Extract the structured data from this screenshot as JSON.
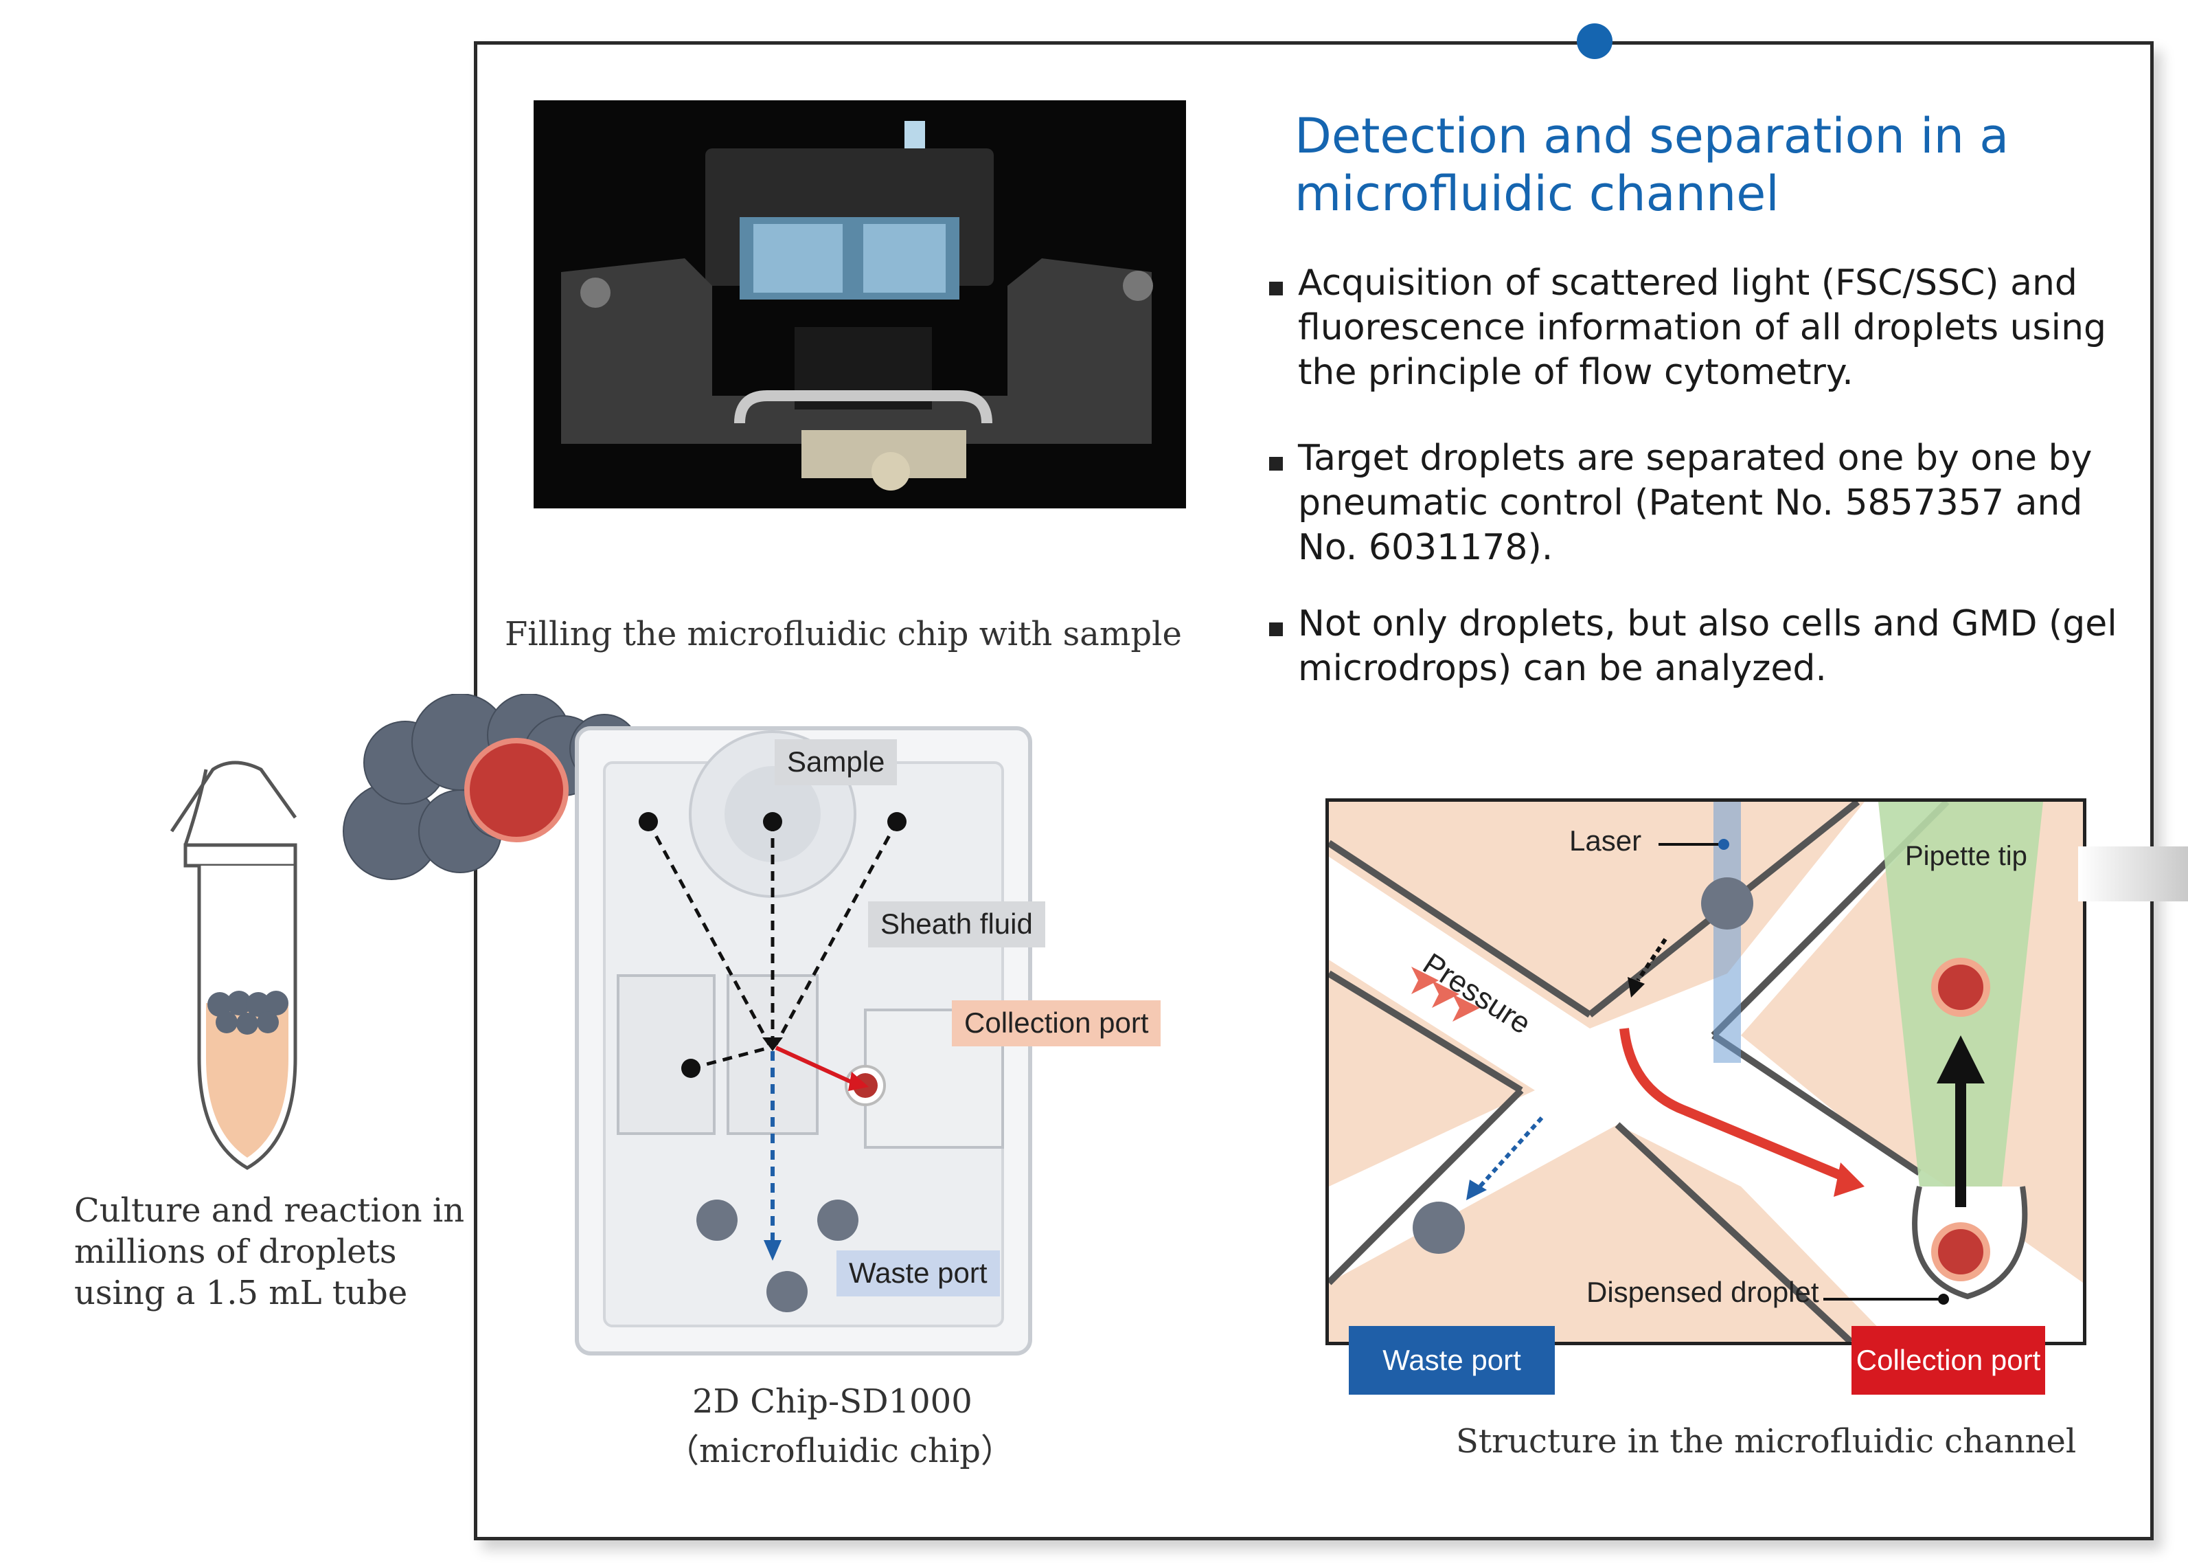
{
  "heading": "Detection and separation in a microfluidic channel",
  "bullets": [
    "Acquisition of scattered light (FSC/SSC) and fluorescence information of all droplets using the principle of flow cytometry.",
    "Target droplets are separated one by one by pneumatic control (Patent No. 5857357 and No. 6031178).",
    "Not only droplets, but also cells and GMD (gel microdrops) can be analyzed."
  ],
  "captions": {
    "photo": "Filling the microfluidic chip with sample",
    "tube": "Culture and reaction in millions of droplets using a 1.5 mL tube",
    "chip_line1": "2D Chip-SD1000",
    "chip_line2": "（microfluidic chip）",
    "channel": "Structure in the microfluidic channel"
  },
  "chip_labels": {
    "sample": "Sample",
    "sheath": "Sheath fluid",
    "collection": "Collection port",
    "waste": "Waste port"
  },
  "channel_labels": {
    "laser": "Laser",
    "pressure": "Pressure",
    "pipette": "Pipette tip",
    "dispensed": "Dispensed droplet",
    "waste_badge": "Waste port",
    "collection_badge": "Collection port"
  },
  "colors": {
    "heading": "#1565b0",
    "accent_dot": "#1565b0",
    "waste_badge": "#1f5fa8",
    "collection_badge": "#d71920",
    "collection_label_bg": "#f5c9b3",
    "waste_label_bg": "#c9d6ec",
    "channel_bg": "#f7dcc8"
  }
}
